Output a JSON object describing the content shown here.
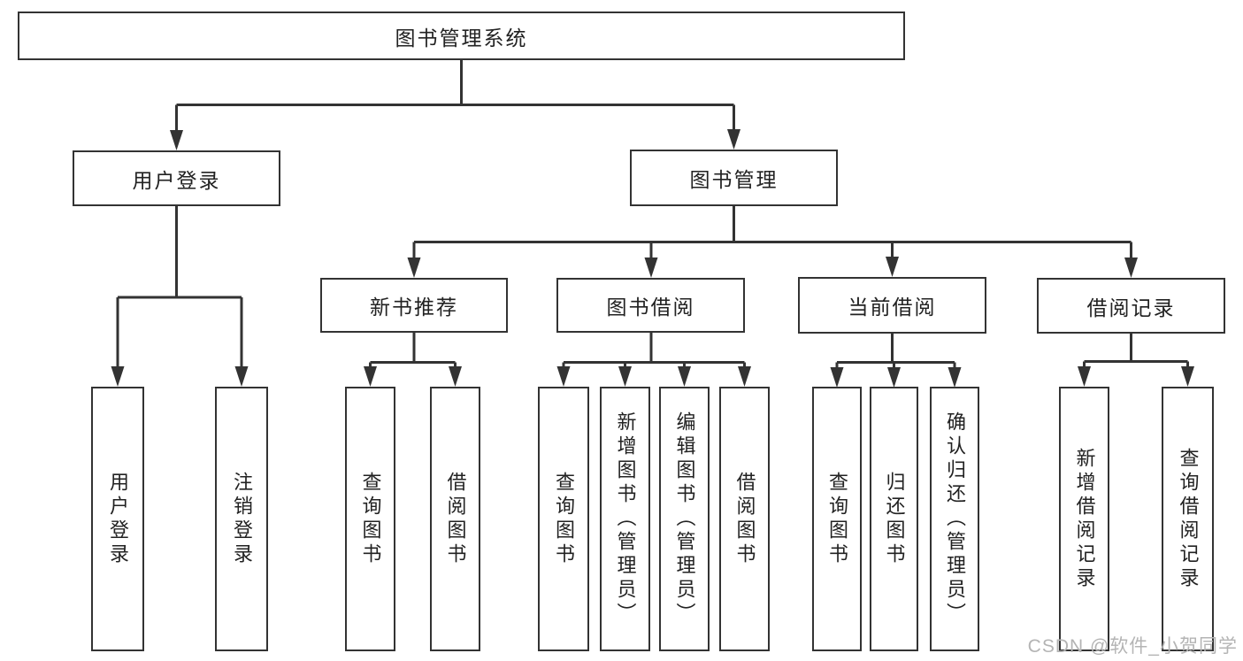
{
  "diagram_title": "图书管理系统",
  "tree": {
    "root": "图书管理系统",
    "level2": [
      "用户登录",
      "图书管理"
    ],
    "level3": [
      "新书推荐",
      "图书借阅",
      "当前借阅",
      "借阅记录"
    ],
    "leaves": {
      "login": [
        "用户登录",
        "注销登录"
      ],
      "recommend": [
        "查询图书",
        "借阅图书"
      ],
      "borrow": [
        "查询图书",
        "新增图书（管理员）",
        "编辑图书（管理员）",
        "借阅图书"
      ],
      "current": [
        "查询图书",
        "归还图书",
        "确认归还（管理员）"
      ],
      "records": [
        "新增借阅记录",
        "查询借阅记录"
      ]
    }
  },
  "watermark": {
    "text": "CSDN @软件_小贺同学"
  },
  "colors": {
    "line": "#333333",
    "box_border": "#333333",
    "text": "#222222",
    "watermark": "#b4b4b4",
    "background": "#ffffff"
  }
}
